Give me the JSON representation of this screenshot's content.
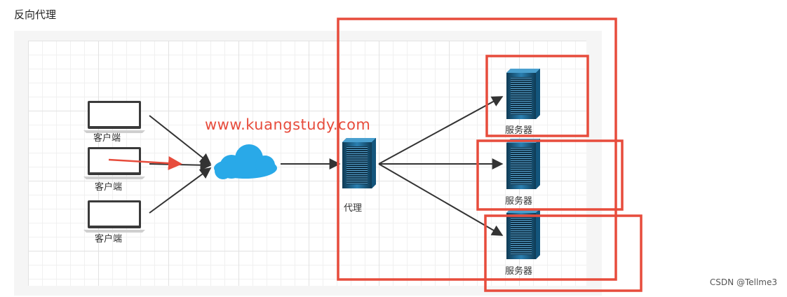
{
  "page": {
    "title": "反向代理"
  },
  "diagram": {
    "watermark": "www.kuangstudy.com",
    "clients": [
      {
        "label": "客户端"
      },
      {
        "label": "客户端"
      },
      {
        "label": "客户端"
      }
    ],
    "proxy": {
      "label": "代理"
    },
    "servers": [
      {
        "label": "服务器"
      },
      {
        "label": "服务器"
      },
      {
        "label": "服务器"
      }
    ],
    "colors": {
      "highlight": "#e74c3c",
      "cloud": "#29a9e8",
      "server": "#1b5f86",
      "arrow": "#333333"
    }
  },
  "footer": {
    "credit": "CSDN @Tellme3"
  }
}
